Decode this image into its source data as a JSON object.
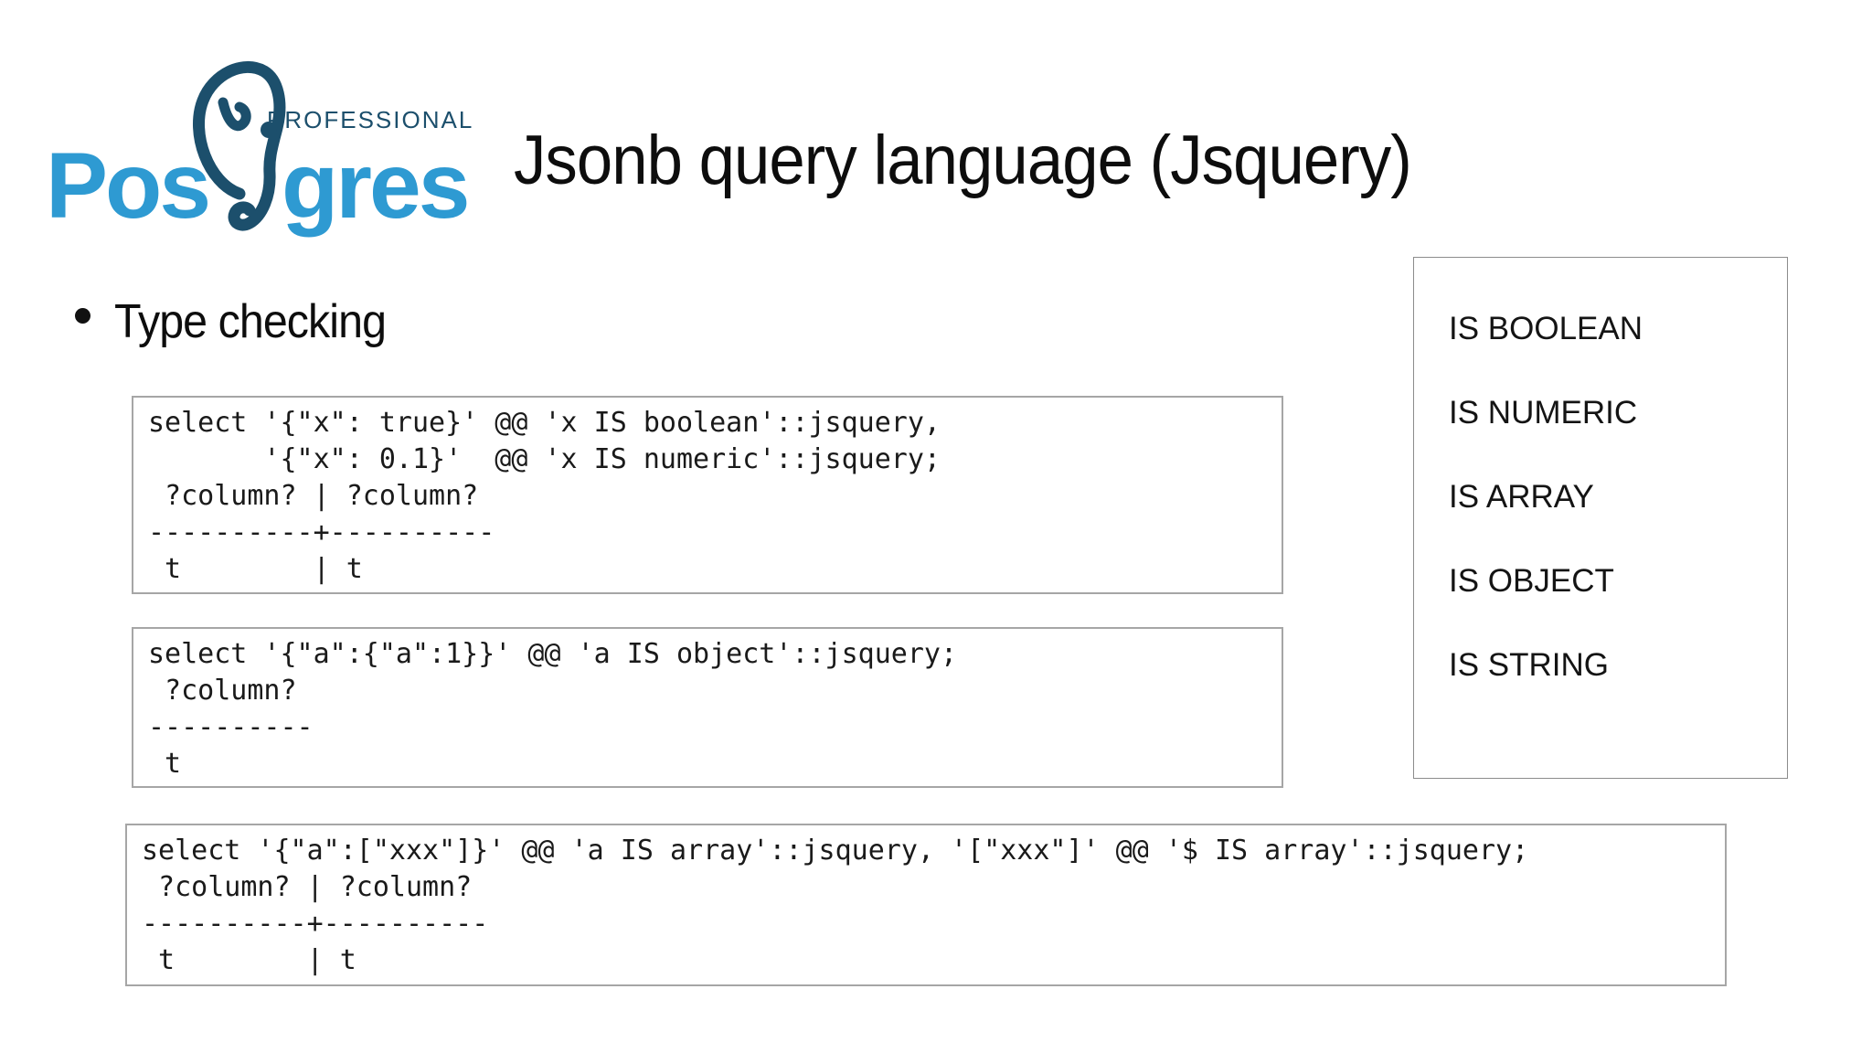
{
  "logo": {
    "brand_prefix": "Pos",
    "brand_suffix": "gres",
    "professional_label": "PROFESSIONAL",
    "colors": {
      "blue": "#2e9ad2",
      "navy": "#1c4f6c"
    }
  },
  "header": {
    "title": "Jsonb query language (Jsquery)"
  },
  "bullet": {
    "label": "Type checking"
  },
  "code_blocks": [
    {
      "name": "boolean-numeric-example",
      "lines": [
        "select '{\"x\": true}' @@ 'x IS boolean'::jsquery,",
        "       '{\"x\": 0.1}'  @@ 'x IS numeric'::jsquery;",
        " ?column? | ?column?",
        "----------+----------",
        " t        | t"
      ]
    },
    {
      "name": "object-example",
      "lines": [
        "select '{\"a\":{\"a\":1}}' @@ 'a IS object'::jsquery;",
        " ?column?",
        "----------",
        " t"
      ]
    },
    {
      "name": "array-example",
      "lines": [
        "select '{\"a\":[\"xxx\"]}' @@ 'a IS array'::jsquery, '[\"xxx\"]' @@ '$ IS array'::jsquery;",
        " ?column? | ?column?",
        "----------+----------",
        " t        | t"
      ]
    }
  ],
  "type_list": {
    "items": [
      "IS BOOLEAN",
      "IS NUMERIC",
      "IS ARRAY",
      "IS OBJECT",
      "IS STRING"
    ]
  },
  "colors": {
    "code_box_border": "#a6a6a6",
    "type_panel_border": "#8c8c8c",
    "text": "#111111"
  }
}
